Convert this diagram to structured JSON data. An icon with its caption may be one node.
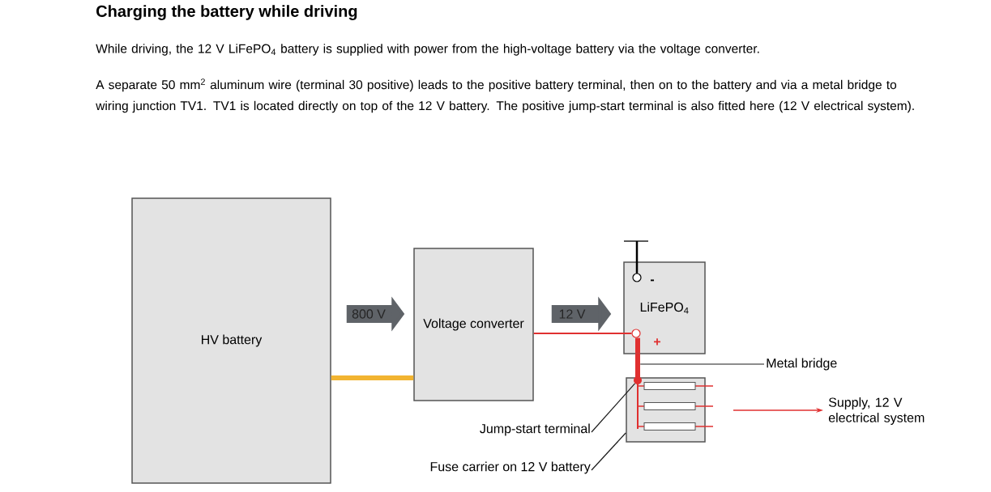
{
  "diagram": {
    "title": "Charging the battery while driving",
    "nodes": [
      {
        "text": [
          "HV battery"
        ]
      },
      {
        "text": [
          "Voltage converter"
        ]
      },
      {
        "text": [
          "LiFePO$_{4}$"
        ]
      },
      {
        "text": [],
        "shape": "box"
      },
      {
        "text": [
          "Metal bridge"
        ]
      },
      {
        "text": [
          "Jump-start terminal"
        ]
      },
      {
        "text": [],
        "shape": "circle",
        "in": 3
      },
      {
        "text": [
          "Fuse carrier on 12 V battery"
        ]
      },
      {
        "text": [
          "Supply, 12 V electrical system"
        ]
      },
      {
        "text": [],
        "shape": "circle",
        "in": 2
      },
      {
        "text": [],
        "shape": "bar"
      }
    ],
    "edges": [
      {
        "from": 0,
        "to": 1,
        "arrow": "to",
        "label": "800 V",
        "style": "thick",
        "color": "#5f6368"
      },
      {
        "from": 1,
        "to": 2,
        "arrow": "to",
        "label": "12 V",
        "style": "thick",
        "color": "#5f6368"
      },
      {
        "from": 0,
        "to": 1,
        "arrow": "none",
        "style": "thick",
        "color": "#f2b431"
      },
      {
        "from": 1,
        "to": 9,
        "arrow": "none",
        "color": "#e03030"
      },
      {
        "from": 9,
        "to": 10,
        "arrow": "none",
        "style": "thick",
        "color": "#e03030"
      },
      {
        "from": 4,
        "to": 10,
        "arrow": "none",
        "color": "#1a1a1a"
      },
      {
        "from": 5,
        "to": 6,
        "arrow": "none",
        "color": "#1a1a1a"
      },
      {
        "from": 7,
        "to": 3,
        "arrow": "none",
        "color": "#1a1a1a"
      },
      {
        "from": null,
        "to": 8,
        "arrow": "to",
        "color": "#e03030"
      }
    ],
    "labels": [
      "While driving, the 12 V LiFePO$_{4}$ battery is supplied with power from the high-voltage battery via the voltage converter.",
      "A separate 50 mm$^{2}$ aluminum wire (terminal 30 positive) leads to the positive battery terminal, then on to the battery and via a metal bridge to wiring junction TV1. TV1 is located directly on top of the 12 V battery. The positive jump-start terminal is also fitted here (12 V electrical system).",
      "-",
      "+"
    ]
  }
}
